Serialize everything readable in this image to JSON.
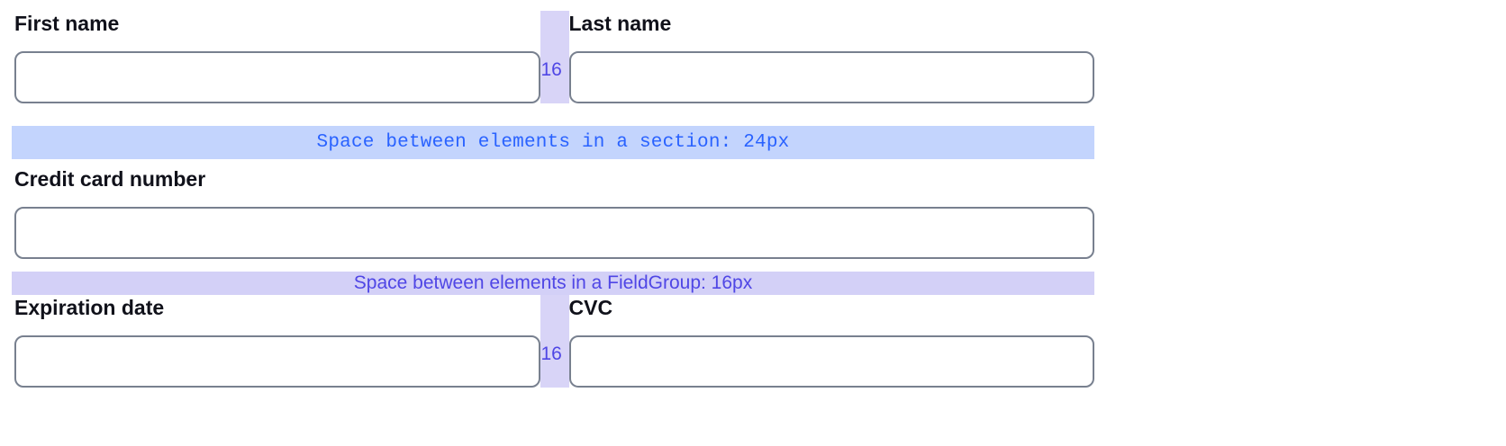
{
  "form": {
    "rows": [
      {
        "id": "name-row",
        "gap_label": "16",
        "left": {
          "label": "First name",
          "value": "",
          "placeholder": ""
        },
        "right": {
          "label": "Last name",
          "value": "",
          "placeholder": ""
        }
      },
      {
        "id": "card-row",
        "label": "Credit card number",
        "value": "",
        "placeholder": ""
      },
      {
        "id": "expiry-row",
        "gap_label": "16",
        "left": {
          "label": "Expiration date",
          "value": "",
          "placeholder": ""
        },
        "right": {
          "label": "CVC",
          "value": "",
          "placeholder": ""
        }
      }
    ]
  },
  "annotations": {
    "section_spacing": "Space between elements in a section: 24px",
    "fieldgroup_spacing": "Space between elements in a FieldGroup: 16px"
  },
  "colors": {
    "section_band": "#c3d4fd",
    "section_text": "#2962ff",
    "fieldgroup_band": "#d3d0f7",
    "fieldgroup_text": "#4f46e5",
    "gap_strip": "#d8d4f7",
    "input_border": "#78808f",
    "label_text": "#10111a"
  }
}
